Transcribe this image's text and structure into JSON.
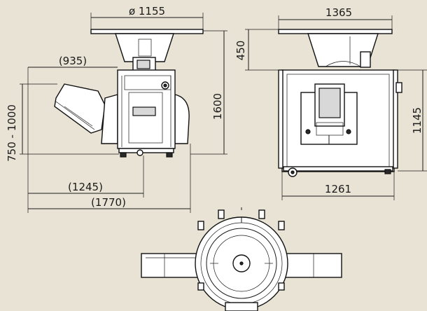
{
  "dimensions": {
    "hopper_diameter": "ø 1155",
    "side_feed_width": "(935)",
    "overall_height": "1600",
    "working_height": "750 - 1000",
    "base_width": "(1245)",
    "overall_width": "(1770)",
    "front_width": "1365",
    "hopper_height": "450",
    "body_height": "1145",
    "base_depth": "1261"
  },
  "colors": {
    "background": "#e9e3d5",
    "line": "#1a1a1a"
  }
}
